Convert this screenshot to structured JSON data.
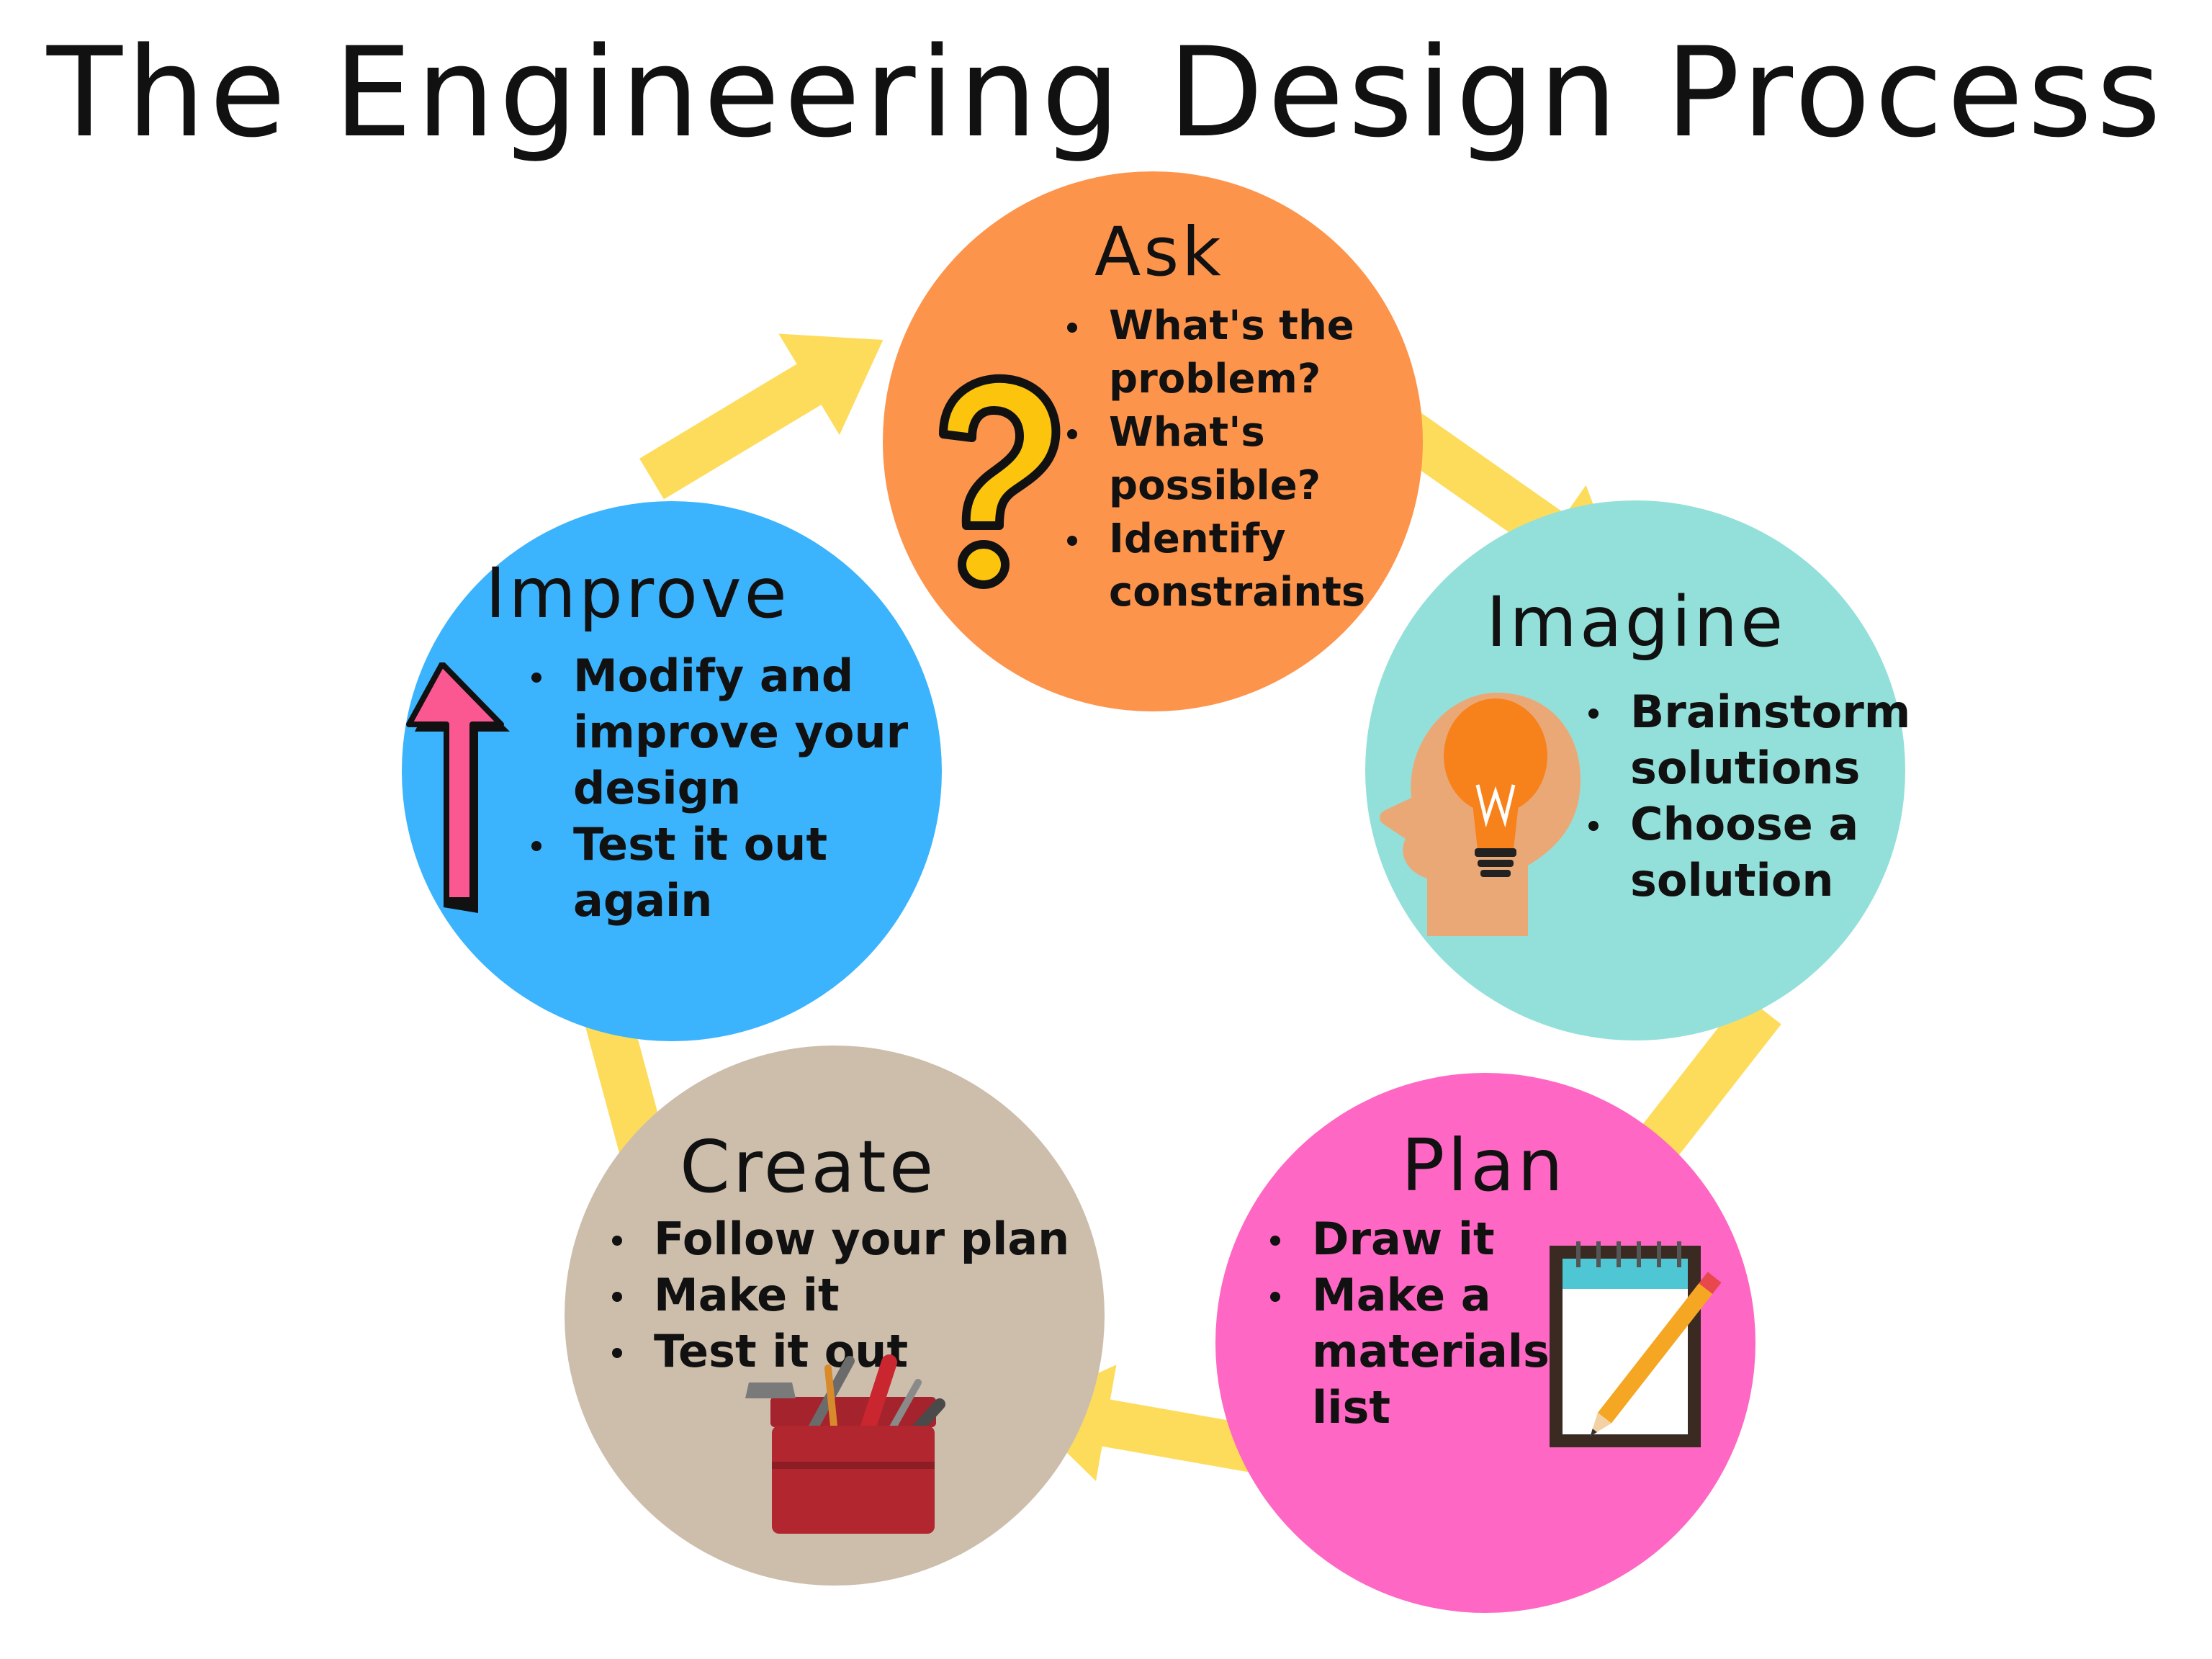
{
  "title": "The Engineering Design Process",
  "colors": {
    "ask": "#fd944c",
    "imagine": "#93e0da",
    "plan": "#fe67c3",
    "create": "#cdbeac",
    "improve": "#3bb3fd",
    "arrow": "#fddc5c"
  },
  "steps": [
    {
      "id": "ask",
      "heading": "Ask",
      "bullets": [
        "What's the problem?",
        "What's possible?",
        "Identify constraints"
      ],
      "icon": "question-mark-icon"
    },
    {
      "id": "imagine",
      "heading": "Imagine",
      "bullets": [
        "Brainstorm solutions",
        "Choose a solution"
      ],
      "icon": "head-lightbulb-icon"
    },
    {
      "id": "plan",
      "heading": "Plan",
      "bullets": [
        "Draw it",
        "Make a materials list"
      ],
      "icon": "notepad-pencil-icon"
    },
    {
      "id": "create",
      "heading": "Create",
      "bullets": [
        "Follow your plan",
        "Make it",
        "Test it out"
      ],
      "icon": "toolbox-icon"
    },
    {
      "id": "improve",
      "heading": "Improve",
      "bullets": [
        "Modify and improve your design",
        "Test it out again"
      ],
      "icon": "up-arrow-icon"
    }
  ]
}
